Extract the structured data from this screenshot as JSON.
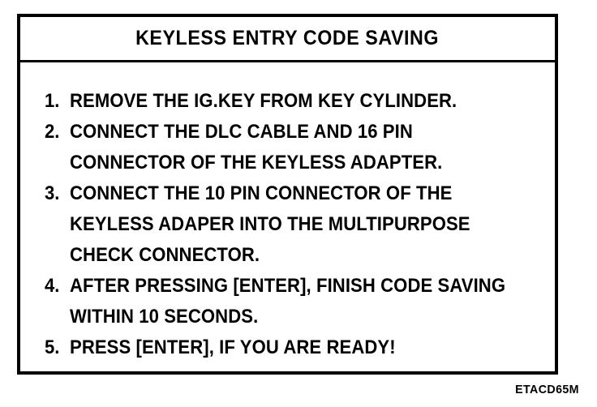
{
  "figure": {
    "panel": {
      "title": "KEYLESS ENTRY CODE SAVING",
      "steps": [
        {
          "number": "1.",
          "lines": [
            "REMOVE THE IG.KEY FROM KEY CYLINDER."
          ]
        },
        {
          "number": "2.",
          "lines": [
            "CONNECT THE DLC CABLE AND 16 PIN",
            "CONNECTOR OF THE KEYLESS ADAPTER."
          ]
        },
        {
          "number": "3.",
          "lines": [
            "CONNECT THE 10 PIN CONNECTOR OF THE",
            "KEYLESS ADAPER INTO THE MULTIPURPOSE",
            "CHECK CONNECTOR."
          ]
        },
        {
          "number": "4.",
          "lines": [
            "AFTER PRESSING [ENTER], FINISH CODE SAVING",
            "WITHIN 10 SECONDS."
          ]
        },
        {
          "number": "5.",
          "lines": [
            "PRESS [ENTER], IF YOU ARE READY!"
          ]
        }
      ]
    },
    "reference_code": "ETACD65M",
    "colors": {
      "ink": "#000000",
      "paper": "#ffffff"
    }
  }
}
